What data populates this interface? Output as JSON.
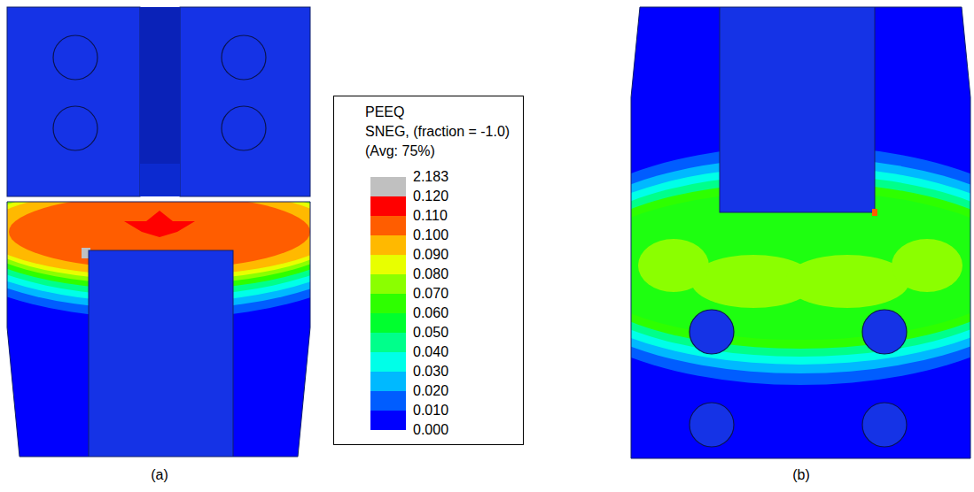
{
  "diagram": {
    "labels": [
      "PEEQ",
      "SNEG, (fraction = -1.0)",
      "(Avg: 75%)",
      "0.000",
      "(a)",
      "(b)"
    ],
    "legend": [
      {
        "text": "2.183",
        "color": "#c0c0c0"
      },
      {
        "text": "0.120",
        "color": "#ff0000"
      },
      {
        "text": "0.110",
        "color": "#ff5d00"
      },
      {
        "text": "0.100",
        "color": "#ffb900"
      },
      {
        "text": "0.090",
        "color": "#e8ff00"
      },
      {
        "text": "0.080",
        "color": "#8bff00"
      },
      {
        "text": "0.070",
        "color": "#2eff00"
      },
      {
        "text": "0.060",
        "color": "#00ff2e"
      },
      {
        "text": "0.050",
        "color": "#00ff8b"
      },
      {
        "text": "0.040",
        "color": "#00ffe8"
      },
      {
        "text": "0.030",
        "color": "#00b9ff"
      },
      {
        "text": "0.020",
        "color": "#005dff"
      },
      {
        "text": "0.010",
        "color": "#0000ff"
      }
    ]
  }
}
